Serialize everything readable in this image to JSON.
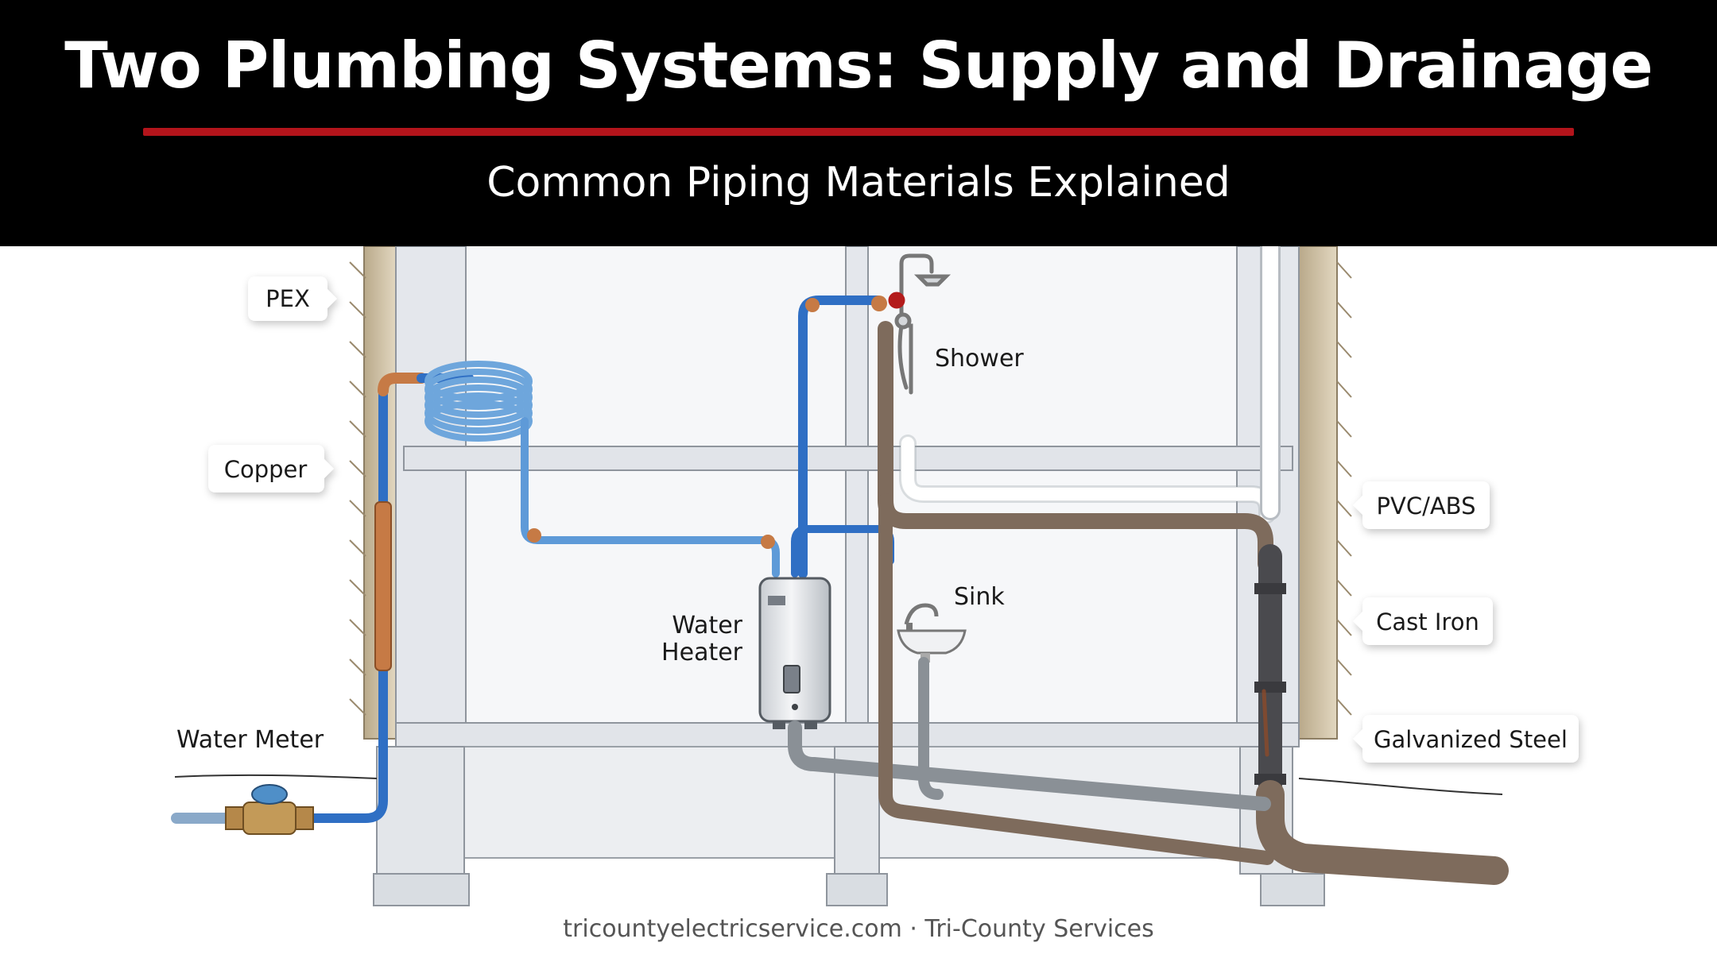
{
  "header": {
    "title": "Two Plumbing Systems: Supply and Drainage",
    "subtitle": "Common Piping Materials Explained"
  },
  "callouts": {
    "pex": "PEX",
    "copper": "Copper",
    "pvc_abs": "PVC/ABS",
    "cast_iron": "Cast Iron",
    "galvanized_steel": "Galvanized Steel"
  },
  "labels": {
    "water_meter": "Water Meter",
    "shower": "Shower",
    "sink": "Sink",
    "water_heater_line1": "Water",
    "water_heater_line2": "Heater"
  },
  "footer": {
    "text": "tricountyelectricservice.com · Tri-County Services"
  },
  "colors": {
    "supply_blue": "#2f6fc4",
    "copper": "#c67a45",
    "drain_brown": "#7e6b5c",
    "cast_iron": "#4a4a4e",
    "galvanized": "#8a9096",
    "accent_red": "#b3141b"
  }
}
